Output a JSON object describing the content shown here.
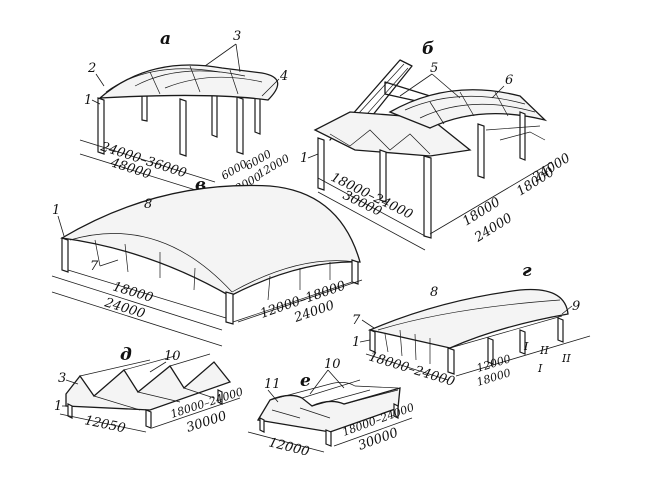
{
  "labels": {
    "a": "а",
    "b": "б",
    "v": "в",
    "g": "г",
    "d": "д",
    "e": "е"
  },
  "callouts": {
    "one": "1",
    "two": "2",
    "three": "3",
    "four": "4",
    "five": "5",
    "six": "6",
    "seven": "7",
    "eight": "8",
    "nine": "9",
    "ten": "10",
    "eleven": "11"
  },
  "dims": {
    "a_span": "24000–36000",
    "a_length": "48000",
    "a_step1": "6000",
    "a_step2": "6000",
    "a_step3": "12000",
    "a_step4": "12000",
    "b_span": "18000–24000",
    "b_length": "30000",
    "b_w1": "18000",
    "b_w2": "24000",
    "b_d1": "18000",
    "b_d2": "24000",
    "v_inner": "18000",
    "v_outer": "24000",
    "v_side1": "12000–18000",
    "v_side2": "24000",
    "g_span": "18000–24000",
    "g_d1": "12000",
    "g_d2": "18000",
    "g_roman1": "I",
    "g_roman2": "II",
    "g_roman3": "I",
    "g_roman4": "II",
    "d_span": "12050",
    "d_side1": "18000–24000",
    "d_side2": "30000",
    "e_span": "12000",
    "e_side1": "18000–24000",
    "e_side2": "30000"
  }
}
